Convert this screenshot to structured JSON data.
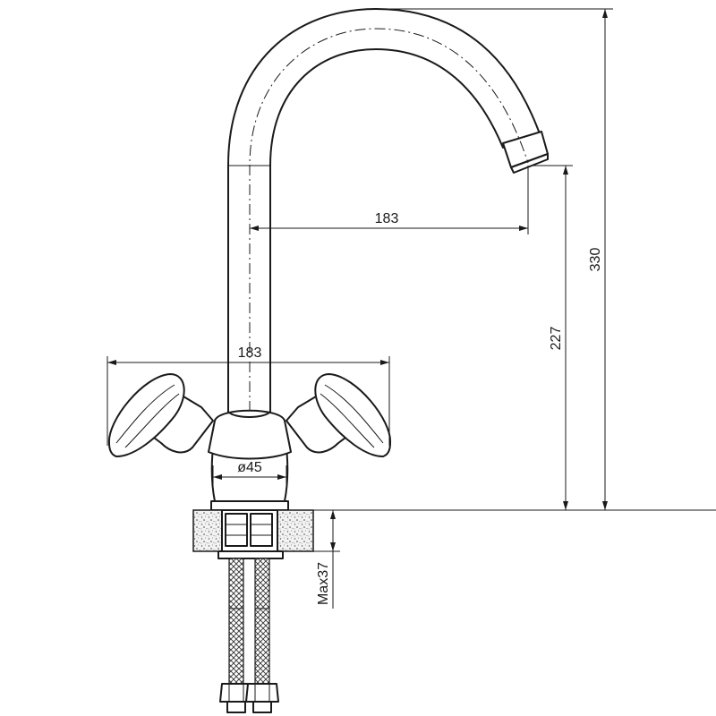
{
  "dimensions": {
    "spout_reach": "183",
    "handle_span": "183",
    "base_diameter": "ø45",
    "spout_height": "227",
    "total_height": "330",
    "max_counter_thickness": "Max37"
  }
}
